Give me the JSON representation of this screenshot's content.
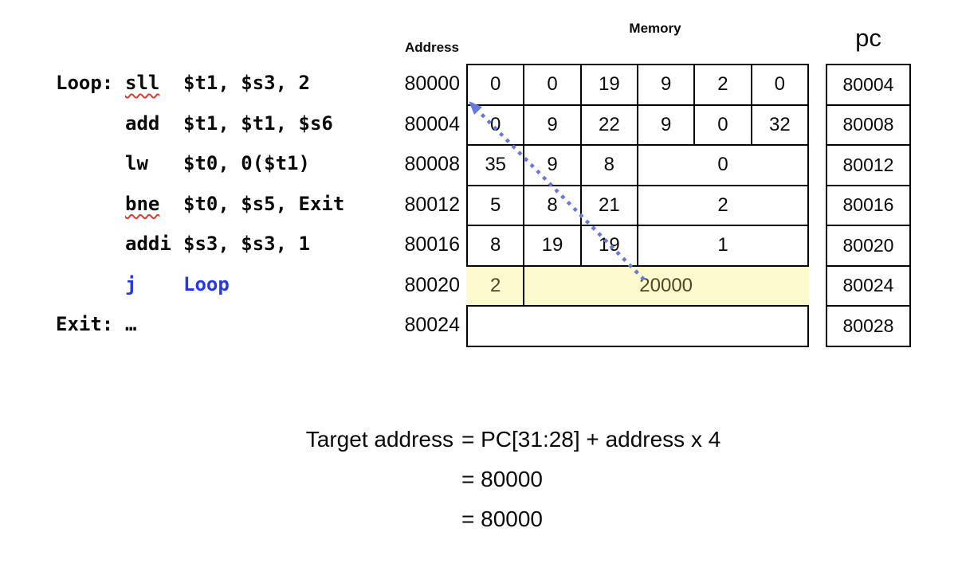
{
  "colors": {
    "code_blue": "#2438e8",
    "squiggle_red": "#e1392d",
    "highlight_bg": "#fdfacd",
    "highlight_text": "#4b4b1e",
    "arrow_blue": "#6978dc",
    "border_black": "#000000"
  },
  "code": {
    "lines": [
      {
        "label": "Loop:",
        "mnemonic": "sll",
        "operands": "$t1, $s3, 2",
        "squiggle": true
      },
      {
        "label": "",
        "mnemonic": "add",
        "operands": "$t1, $t1, $s6"
      },
      {
        "label": "",
        "mnemonic": "lw",
        "operands": "$t0, 0($t1)"
      },
      {
        "label": "",
        "mnemonic": "bne",
        "operands": "$t0, $s5, Exit",
        "squiggle": true
      },
      {
        "label": "",
        "mnemonic": "addi",
        "operands": "$s3, $s3, 1"
      },
      {
        "label": "",
        "mnemonic": "j",
        "operands": "Loop",
        "blue": true
      },
      {
        "label": "Exit:",
        "mnemonic": "…",
        "operands": ""
      }
    ]
  },
  "memory": {
    "title": "Memory",
    "address_label": "Address",
    "rows": [
      {
        "address": "80000",
        "cells": [
          {
            "v": "0"
          },
          {
            "v": "0"
          },
          {
            "v": "19"
          },
          {
            "v": "9"
          },
          {
            "v": "2"
          },
          {
            "v": "0"
          }
        ]
      },
      {
        "address": "80004",
        "cells": [
          {
            "v": "0"
          },
          {
            "v": "9"
          },
          {
            "v": "22"
          },
          {
            "v": "9"
          },
          {
            "v": "0"
          },
          {
            "v": "32"
          }
        ]
      },
      {
        "address": "80008",
        "cells": [
          {
            "v": "35"
          },
          {
            "v": "9"
          },
          {
            "v": "8"
          },
          {
            "v": "0",
            "span": 3
          }
        ]
      },
      {
        "address": "80012",
        "cells": [
          {
            "v": "5"
          },
          {
            "v": "8"
          },
          {
            "v": "21"
          },
          {
            "v": "2",
            "span": 3
          }
        ]
      },
      {
        "address": "80016",
        "cells": [
          {
            "v": "8"
          },
          {
            "v": "19"
          },
          {
            "v": "19"
          },
          {
            "v": "1",
            "span": 3
          }
        ]
      },
      {
        "address": "80020",
        "highlight": true,
        "cells": [
          {
            "v": "2"
          },
          {
            "v": "20000",
            "span": 5
          }
        ]
      },
      {
        "address": "80024",
        "cells": [
          {
            "v": "",
            "span": 6
          }
        ]
      }
    ]
  },
  "pc": {
    "title": "pc",
    "values": [
      "80004",
      "80008",
      "80012",
      "80016",
      "80020",
      "80024",
      "80028"
    ]
  },
  "formula": {
    "lhs": "Target address",
    "lines": [
      "= PC[31:28] + address x 4",
      "= 80000",
      "= 80000"
    ]
  }
}
